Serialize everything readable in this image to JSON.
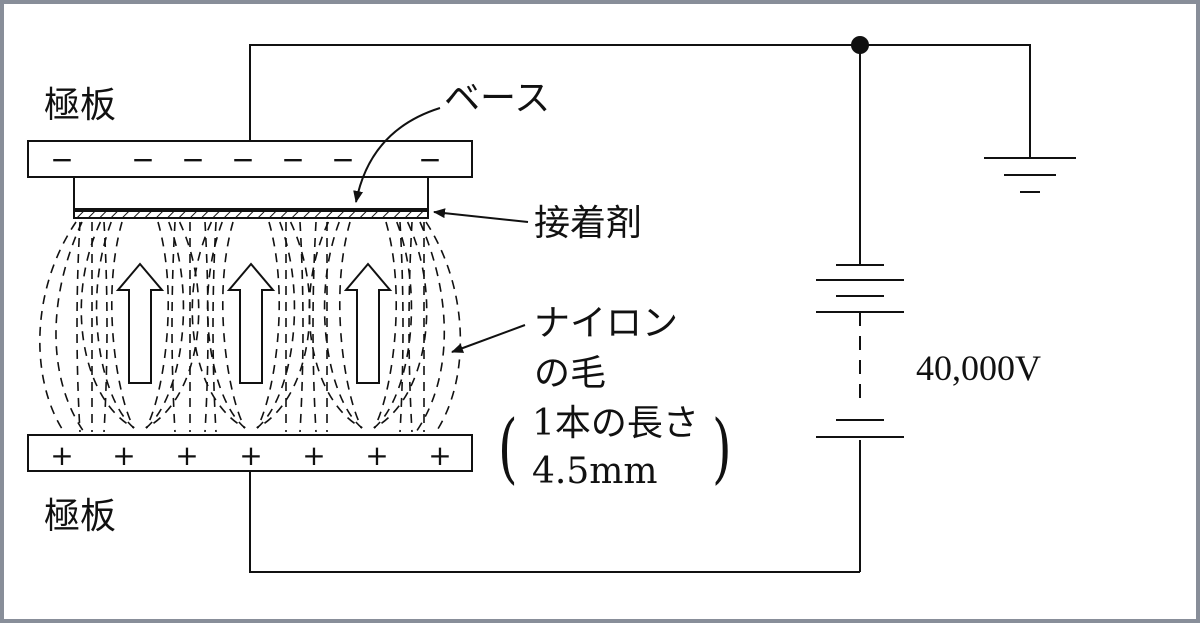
{
  "labels": {
    "plate_top": "極板",
    "plate_bottom": "極板",
    "base": "ベース",
    "adhesive": "接着剤",
    "nylon_line1": "ナイロン",
    "nylon_line2": "の毛",
    "length_line1": "1本の長さ",
    "length_line2": "4.5mm",
    "paren_open": "(",
    "paren_close": ")",
    "voltage": "40,000V"
  },
  "signs": {
    "top": [
      "−",
      "−",
      "−",
      "−",
      "−",
      "−",
      "−"
    ],
    "bottom": [
      "+",
      "+",
      "+",
      "+",
      "+",
      "+",
      "+"
    ]
  },
  "colors": {
    "frame_border": "#888e99",
    "ink": "#111111",
    "plate_fill": "#ffffff"
  }
}
